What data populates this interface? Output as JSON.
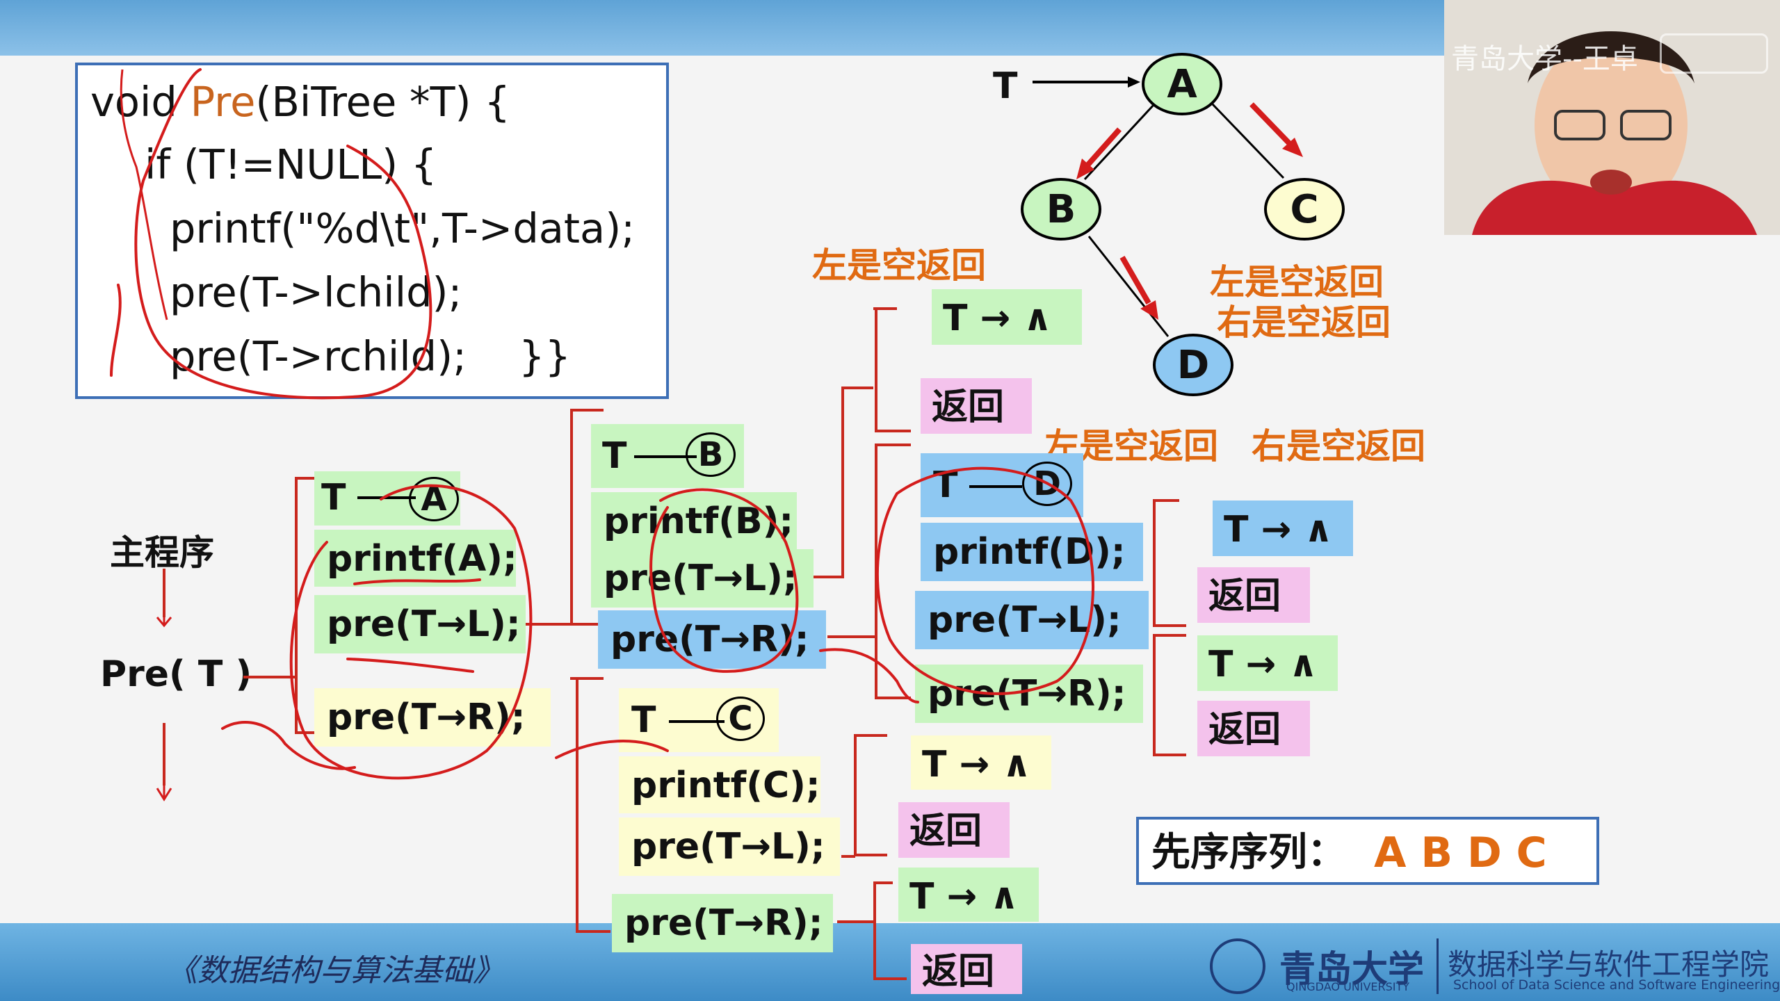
{
  "code": {
    "line1_pre": "void ",
    "line1_fn": "Pre",
    "line1_post": "(BiTree *T) {",
    "line2": "if (T!=NULL) {",
    "line3": "printf(\"%d\\t\",T->data);",
    "line4": "pre(T->lchild);",
    "line5": "pre(T->rchild);    }}"
  },
  "tree": {
    "pointer": "T",
    "nodes": [
      "A",
      "B",
      "C",
      "D"
    ]
  },
  "main_flow": {
    "main_label": "主程序",
    "pre_call": "Pre( T )"
  },
  "level_a": {
    "t": "T",
    "node": "A",
    "printf": "printf(A);",
    "preL": "pre(T",
    "preL_end": "L);",
    "preR": "pre(T",
    "preR_end": "R);"
  },
  "level_b": {
    "t": "T",
    "node": "B",
    "printf": "printf(B);",
    "preL": "pre(T",
    "preL_end": "L);",
    "preR": "pre(T",
    "preR_end": "R);"
  },
  "level_c": {
    "t": "T",
    "node": "C",
    "printf": "printf(C);",
    "preL": "pre(T",
    "preL_end": "L);",
    "preR": "pre(T",
    "preR_end": "R);"
  },
  "level_d": {
    "t": "T",
    "node": "D",
    "printf": "printf(D);",
    "preL": "pre(T",
    "preL_end": "L);",
    "preR": "pre(T",
    "preR_end": "R);"
  },
  "null_node": {
    "t": "T",
    "caret": "∧",
    "ret": "返回"
  },
  "notes": {
    "left_empty_return": "左是空返回",
    "right_empty_return": "右是空返回"
  },
  "sequence": {
    "label": "先序序列：",
    "values": "A  B  D  C"
  },
  "footer": {
    "course_title": "《数据结构与算法基础》",
    "university_cn": "青岛大学",
    "university_en": "QINGDAO UNIVERSITY",
    "school_cn": "数据科学与软件工程学院",
    "school_en": "School of Data Science and Software Engineering"
  },
  "webcam": {
    "watermark": "青岛大学--王卓"
  },
  "colors": {
    "green_block": "#c8f5c0",
    "yellow_block": "#fdfcd0",
    "blue_block": "#8ec8f2",
    "pink_block": "#f4c2ec",
    "orange_text": "#e06a12",
    "bracket_red": "#c8281e",
    "annotation_red": "#d41c1c"
  }
}
